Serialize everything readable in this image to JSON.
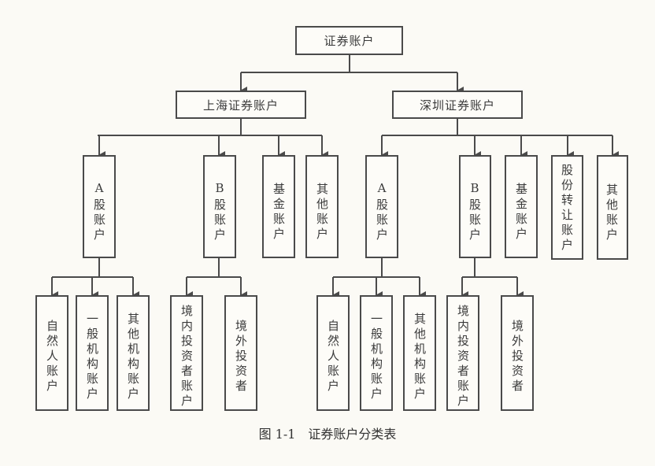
{
  "root": "证券账户",
  "level1": {
    "shanghai": "上海证券账户",
    "shenzhen": "深圳证券账户"
  },
  "shanghai": {
    "a_share": "A股账户",
    "b_share": "B股账户",
    "fund": "基金账户",
    "other": "其他账户",
    "a_children": [
      "自然人账户",
      "一般机构账户",
      "其他机构账户"
    ],
    "b_children": [
      "境内投资者账户",
      "境外投资者"
    ]
  },
  "shenzhen": {
    "a_share": "A股账户",
    "b_share": "B股账户",
    "fund": "基金账户",
    "share_transfer": "股份转让账户",
    "other": "其他账户",
    "a_children": [
      "自然人账户",
      "一般机构账户",
      "其他机构账户"
    ],
    "b_children": [
      "境内投资者账户",
      "境外投资者"
    ]
  },
  "caption": "图 1-1　证券账户分类表",
  "colors": {
    "line": "#4a4a4a",
    "background": "#fbfaf5"
  }
}
